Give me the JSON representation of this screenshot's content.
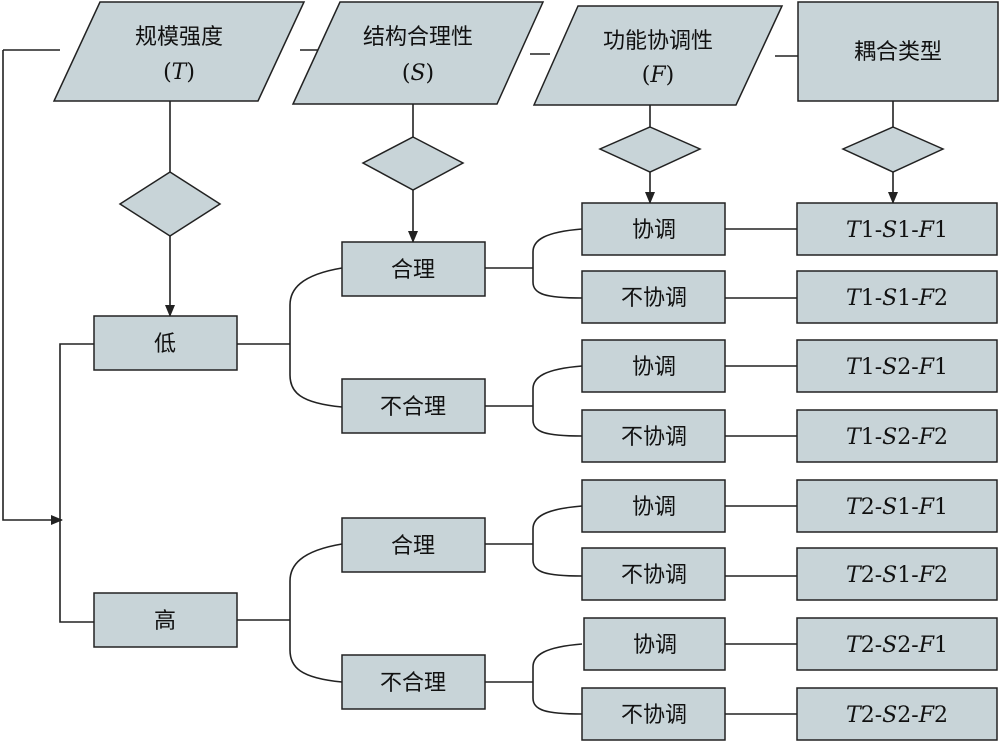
{
  "headers": {
    "scale": {
      "title": "规模强度",
      "symbol": "T"
    },
    "structure": {
      "title": "结构合理性",
      "symbol": "S"
    },
    "function": {
      "title": "功能协调性",
      "symbol": "F"
    },
    "coupling": {
      "title": "耦合类型"
    }
  },
  "scale_levels": [
    "低",
    "高"
  ],
  "structure_levels": [
    "合理",
    "不合理",
    "合理",
    "不合理"
  ],
  "function_levels": [
    "协调",
    "不协调",
    "协调",
    "不协调",
    "协调",
    "不协调",
    "协调",
    "不协调"
  ],
  "coupling_types": [
    [
      "T",
      "1",
      "S",
      "1",
      "F",
      "1"
    ],
    [
      "T",
      "1",
      "S",
      "1",
      "F",
      "2"
    ],
    [
      "T",
      "1",
      "S",
      "2",
      "F",
      "1"
    ],
    [
      "T",
      "1",
      "S",
      "2",
      "F",
      "2"
    ],
    [
      "T",
      "2",
      "S",
      "1",
      "F",
      "1"
    ],
    [
      "T",
      "2",
      "S",
      "1",
      "F",
      "2"
    ],
    [
      "T",
      "2",
      "S",
      "2",
      "F",
      "1"
    ],
    [
      "T",
      "2",
      "S",
      "2",
      "F",
      "2"
    ]
  ],
  "colors": {
    "box_fill": "#c8d4d8",
    "stroke": "#222222"
  }
}
